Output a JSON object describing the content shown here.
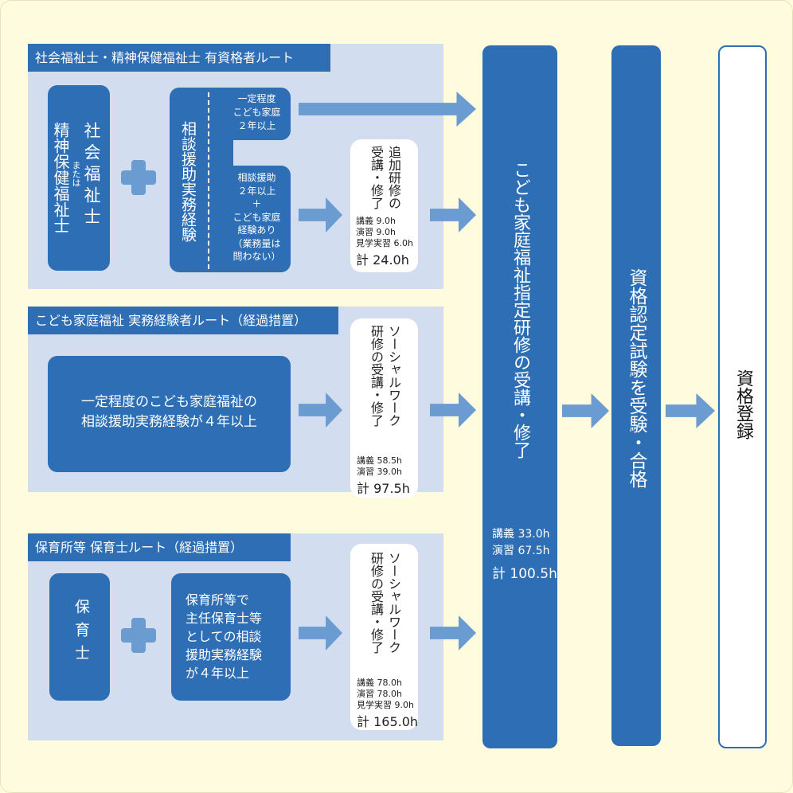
{
  "routes": [
    {
      "header": "社会福祉士・精神保健福祉士 有資格者ルート",
      "qual_1": "社会福祉士",
      "or": "または",
      "qual_2": "精神保健福祉士",
      "exp_label": "相談援助実務経験",
      "exp_a": [
        "一定程度",
        "こども家庭",
        "２年以上"
      ],
      "exp_b": [
        "相談援助",
        "２年以上",
        "＋",
        "こども家庭",
        "経験あり",
        "（業務量は",
        "問わない）"
      ],
      "training": {
        "line1": "追加研修の",
        "line2": "受講・修了",
        "hours": [
          "講義 9.0h",
          "演習 9.0h",
          "見学実習 6.0h"
        ],
        "total": "計 24.0h"
      }
    },
    {
      "header": "こども家庭福祉 実務経験者ルート（経過措置）",
      "requirement": [
        "一定程度のこども家庭福祉の",
        "相談援助実務経験が４年以上"
      ],
      "training": {
        "line1": "ソーシャルワーク",
        "line2": "研修の受講・修了",
        "hours": [
          "講義 58.5h",
          "演習 39.0h"
        ],
        "total": "計 97.5h"
      }
    },
    {
      "header": "保育所等 保育士ルート（経過措置）",
      "qual": "保育士",
      "requirement": [
        "保育所等で",
        "主任保育士等",
        "としての相談",
        "援助実務経験",
        "が４年以上"
      ],
      "training": {
        "line1": "ソーシャルワーク",
        "line2": "研修の受講・修了",
        "hours": [
          "講義 78.0h",
          "演習 78.0h",
          "見学実習 9.0h"
        ],
        "total": "計 165.0h"
      }
    }
  ],
  "designated_training": {
    "title": "こども家庭福祉指定研修の受講・修了",
    "hours": [
      "講義 33.0h",
      "演習 67.5h"
    ],
    "total": "計 100.5h"
  },
  "exam": "資格認定試験を受験・合格",
  "registration": "資格登録"
}
